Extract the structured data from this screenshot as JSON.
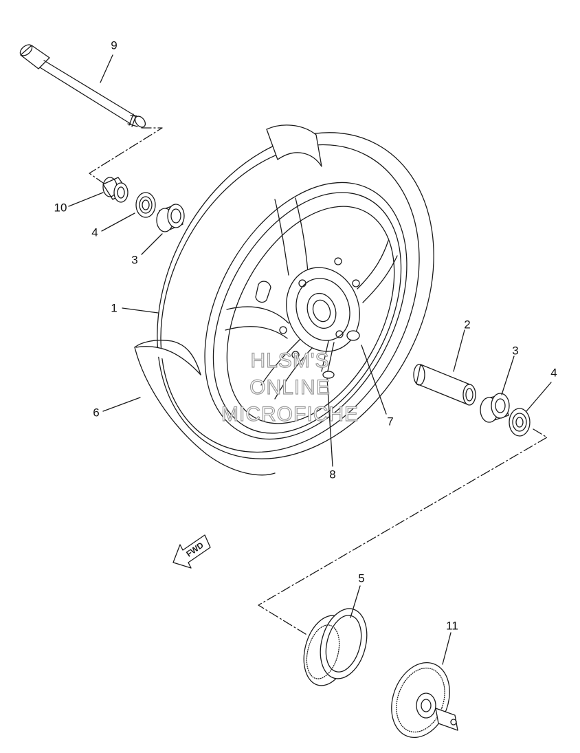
{
  "diagram": {
    "callouts": [
      {
        "id": "9",
        "label": "9"
      },
      {
        "id": "10",
        "label": "10"
      },
      {
        "id": "4a",
        "label": "4"
      },
      {
        "id": "3a",
        "label": "3"
      },
      {
        "id": "1",
        "label": "1"
      },
      {
        "id": "6",
        "label": "6"
      },
      {
        "id": "2",
        "label": "2"
      },
      {
        "id": "3b",
        "label": "3"
      },
      {
        "id": "4b",
        "label": "4"
      },
      {
        "id": "7",
        "label": "7"
      },
      {
        "id": "8",
        "label": "8"
      },
      {
        "id": "5",
        "label": "5"
      },
      {
        "id": "11",
        "label": "11"
      }
    ],
    "fwd_label": "FWD",
    "watermark": [
      "HLSM'S",
      "ONLINE",
      "MICROFICHE"
    ]
  },
  "colors": {
    "line": "#1a1a1a",
    "watermark_outline": "#9a9a9a",
    "background": "#ffffff"
  }
}
